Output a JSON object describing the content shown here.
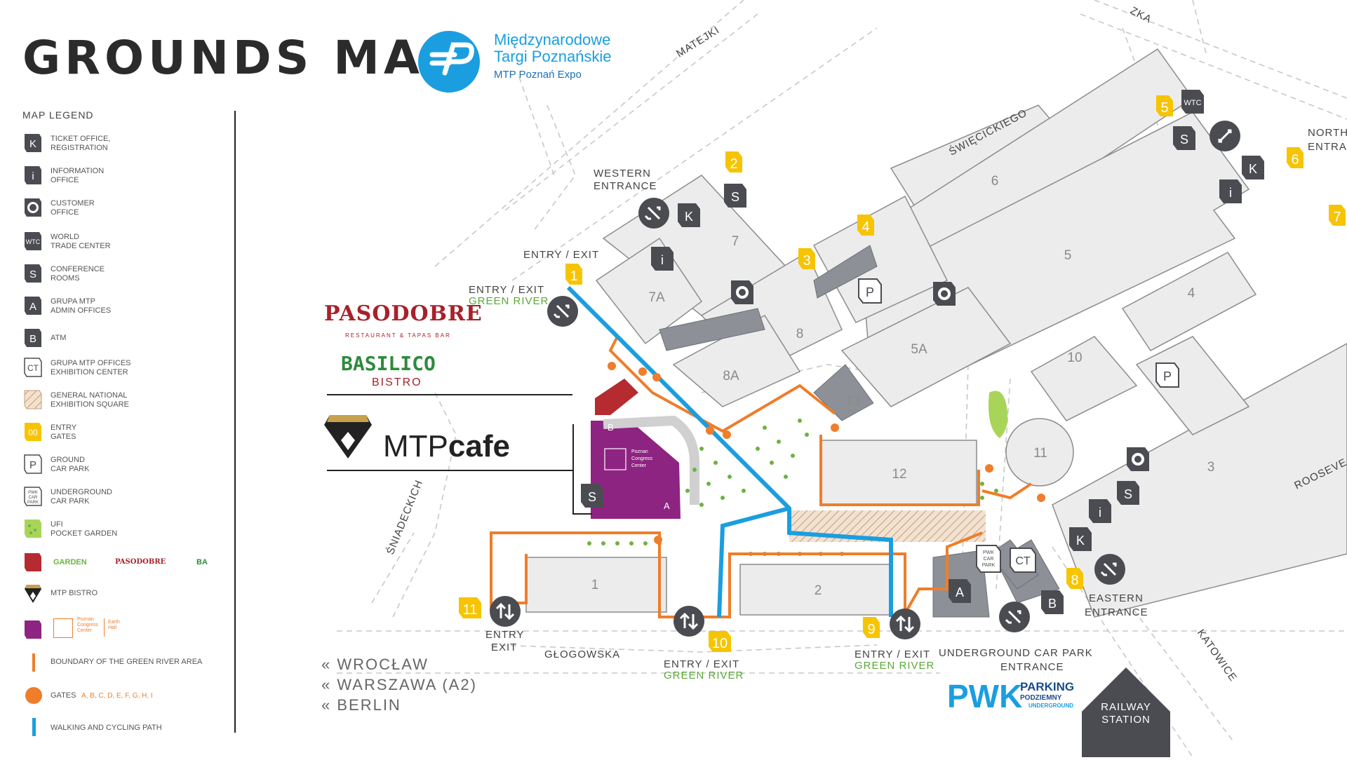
{
  "header": {
    "title": "GROUNDS MAP",
    "logo": {
      "line1": "Międzynarodowe",
      "line2": "Targi Poznańskie",
      "line3": "MTP Poznań Expo"
    }
  },
  "legend": {
    "title": "MAP LEGEND",
    "items": [
      {
        "symbol": "K",
        "label": "TICKET OFFICE,\nREGISTRATION"
      },
      {
        "symbol": "i",
        "label": "INFORMATION\nOFFICE"
      },
      {
        "symbol": "customer-office",
        "label": "CUSTOMER\nOFFICE"
      },
      {
        "symbol": "WTC",
        "label": "WORLD\nTRADE CENTER"
      },
      {
        "symbol": "S",
        "label": "CONFERENCE\nROOMS"
      },
      {
        "symbol": "A",
        "label": "GRUPA MTP\nADMIN OFFICES"
      },
      {
        "symbol": "B",
        "label": "ATM"
      },
      {
        "symbol": "CT",
        "label": "GRUPA MTP OFFICES\nEXHIBITION CENTER"
      },
      {
        "symbol": "hatch",
        "label": "GENERAL NATIONAL\nEXHIBITION SQUARE"
      },
      {
        "symbol": "00",
        "label": "ENTRY\nGATES"
      },
      {
        "symbol": "P",
        "label": "GROUND\nCAR PARK"
      },
      {
        "symbol": "PWK CAR PARK",
        "label": "UNDERGROUND\nCAR PARK"
      },
      {
        "symbol": "garden",
        "label": "UFI\nPOCKET GARDEN"
      },
      {
        "symbol": "restaurants",
        "label": ""
      },
      {
        "symbol": "bistro",
        "label": "MTP BISTRO"
      },
      {
        "symbol": "pcc",
        "label": ""
      },
      {
        "symbol": "orange-line",
        "label": "BOUNDARY OF THE GREEN RIVER AREA"
      },
      {
        "symbol": "orange-dot",
        "label": "GATES",
        "extra": "A, B, C, D, E, F, G, H, I"
      },
      {
        "symbol": "blue-line",
        "label": "WALKING AND CYCLING PATH"
      }
    ],
    "restaurant_names": {
      "garden": "GARDEN",
      "pasodobre": "PASODOBRE",
      "ba": "BA"
    },
    "pcc_label": "Poznan\nCongress\nCenter",
    "earth_hall": "Earth\nHall"
  },
  "brands": {
    "pasodobre": "PASODOBRE",
    "pasodobre_sub": "RESTAURANT & TAPAS BAR",
    "basilico": "BASILICO",
    "bistro": "BISTRO",
    "mtp": "MTP",
    "cafe": "cafe"
  },
  "directions": [
    "« WROCŁAW",
    "« WARSZAWA (A2)",
    "« BERLIN"
  ],
  "map": {
    "streets": {
      "matejki": "MATEJKI",
      "swiecickiego": "ŚWIĘCICKIEGO",
      "sniadeckich": "ŚNIADECKICH",
      "glogowska": "GŁOGOWSKA",
      "katowice": "KATOWICE",
      "roosevelta": "ROOSEVE",
      "bukowska": "ZKA"
    },
    "entrances": {
      "western": "WESTERN\nENTRANCE",
      "entry_exit_1": "ENTRY / EXIT",
      "entry_exit_green": "ENTRY / EXIT",
      "green_river": "GREEN RIVER",
      "entry_exit_11": "ENTRY\nEXIT",
      "entry_exit_10": "ENTRY / EXIT",
      "green_river_10": "GREEN RIVER",
      "entry_exit_9": "ENTRY / EXIT",
      "green_river_9": "GREEN RIVER",
      "eastern": "EASTERN\nENTRANCE",
      "underground": "UNDERGROUND CAR PARK\nENTRANCE",
      "north": "NORTH\nENTRA"
    },
    "gates": [
      "1",
      "2",
      "3",
      "4",
      "5",
      "6",
      "7",
      "8",
      "9",
      "10",
      "11"
    ],
    "halls": [
      "1",
      "2",
      "3",
      "4",
      "5",
      "5A",
      "6",
      "7",
      "7A",
      "8",
      "8A",
      "10",
      "11",
      "12",
      "13"
    ],
    "pcc_small": "Poznan\nCongress\nCenter",
    "pwk": {
      "logo": "PWK",
      "line1": "PARKING",
      "line2": "PODZIEMNY",
      "line3": "UNDERGROUND"
    },
    "railway": "RAILWAY\nSTATION",
    "pwk_car_park": "PWK\nCAR\nPARK"
  },
  "colors": {
    "orange": "#ef7d2a",
    "blue": "#1a9ee0",
    "yellow": "#f6c400",
    "dark_grey": "#4a4c51",
    "purple": "#8e2481",
    "red": "#b52b2f",
    "green": "#6cb33f"
  }
}
